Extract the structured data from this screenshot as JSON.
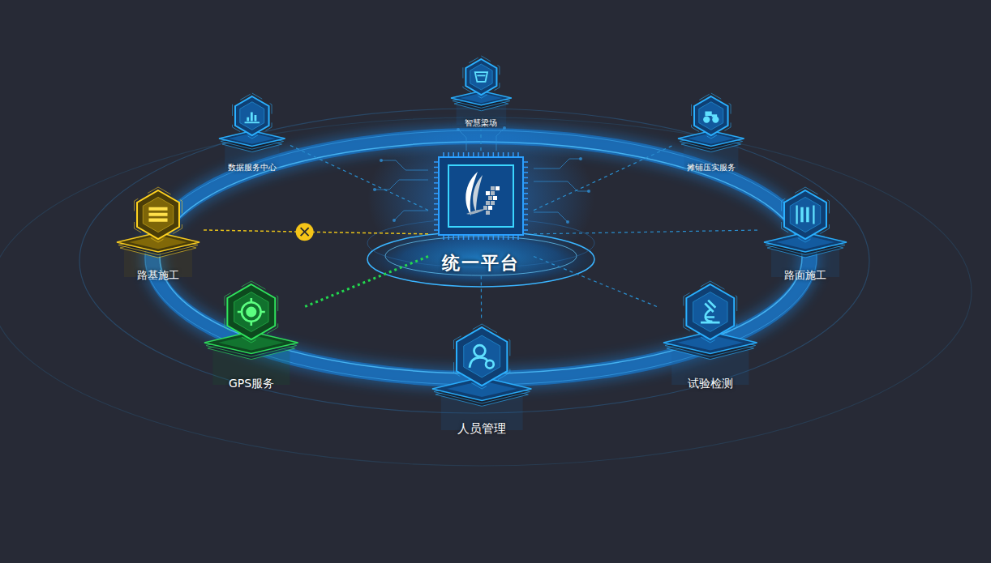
{
  "diagram": {
    "nodes": [
      {
        "text": [
          "智慧梁场"
        ]
      },
      {
        "text": [
          "数据服务中心"
        ]
      },
      {
        "text": [
          "摊铺压实服务"
        ]
      },
      {
        "text": [
          "统一平台"
        ]
      },
      {
        "text": [
          "路基施工"
        ]
      },
      {
        "text": [
          "路面施工"
        ]
      },
      {
        "text": [
          "GPS服务"
        ]
      },
      {
        "text": [
          "试验检测"
        ]
      },
      {
        "text": [
          "人员管理"
        ]
      }
    ],
    "edges": [
      {
        "from": 3,
        "to": 0,
        "arrow": "none"
      },
      {
        "from": 3,
        "to": 1,
        "arrow": "none"
      },
      {
        "from": 3,
        "to": 2,
        "arrow": "none"
      },
      {
        "from": 3,
        "to": 4,
        "arrow": "none"
      },
      {
        "from": 3,
        "to": 5,
        "arrow": "none"
      },
      {
        "from": 3,
        "to": 6,
        "arrow": "none"
      },
      {
        "from": 3,
        "to": 7,
        "arrow": "none"
      },
      {
        "from": 3,
        "to": 8,
        "arrow": "none"
      }
    ]
  }
}
